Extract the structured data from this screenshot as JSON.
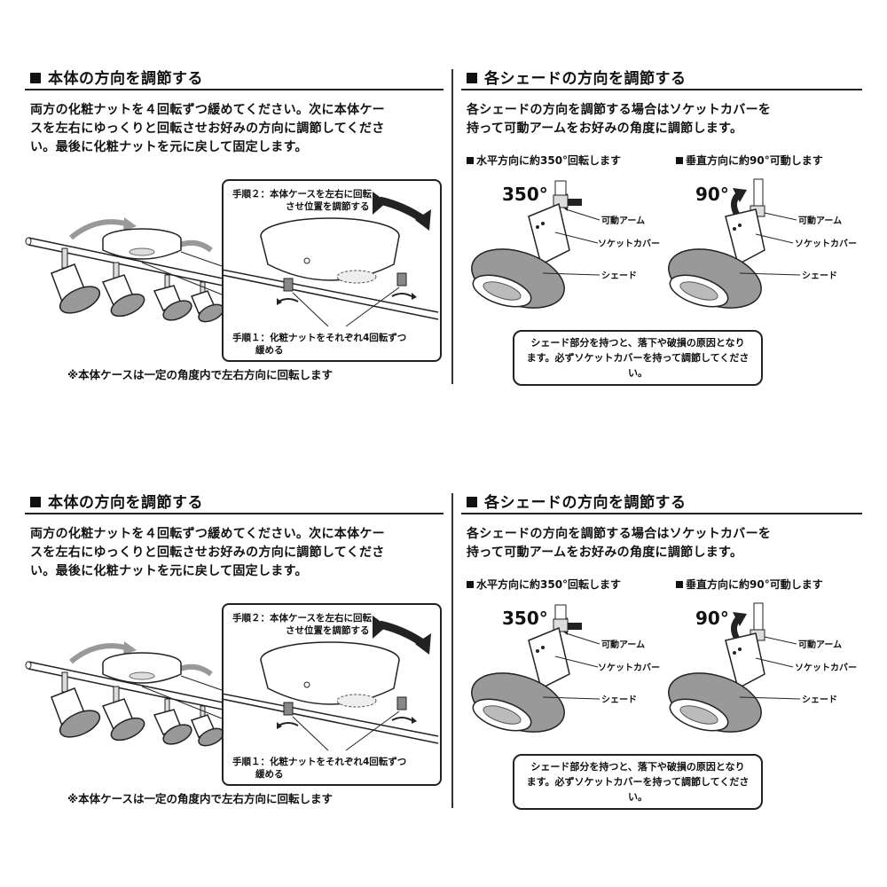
{
  "panels": [
    {
      "left": {
        "title": "本体の方向を調節する",
        "body": [
          "両方の化粧ナットを４回転ずつ緩めてください。次に本体ケー",
          "スを左右にゆっくりと回転させお好みの方向に調節してくださ",
          "い。最後に化粧ナットを元に戻して固定します。"
        ],
        "step2": [
          "手順２：本体ケースを左右に回転",
          "させ位置を調節する"
        ],
        "step1": [
          "手順１：化粧ナットをそれぞれ4回転ずつ",
          "緩める"
        ],
        "note": "※本体ケースは一定の角度内で左右方向に回転します"
      },
      "right": {
        "title": "各シェードの方向を調節する",
        "body": [
          "各シェードの方向を調節する場合はソケットカバーを",
          "持って可動アームをお好みの角度に調節します。"
        ],
        "horizontal": "水平方向に約350°回転します",
        "vertical": "垂直方向に約90°可動します",
        "angle_h": "350°",
        "angle_v": "90°",
        "label_arm": "可動アーム",
        "label_socket": "ソケットカバー",
        "label_shade": "シェード",
        "caution": [
          "シェード部分を持つと、落下や破損の原因となり",
          "ます。必ずソケットカバーを持って調節してください。"
        ]
      }
    },
    {
      "left": {
        "title": "本体の方向を調節する",
        "body": [
          "両方の化粧ナットを４回転ずつ緩めてください。次に本体ケー",
          "スを左右にゆっくりと回転させお好みの方向に調節してくださ",
          "い。最後に化粧ナットを元に戻して固定します。"
        ],
        "step2": [
          "手順２：本体ケースを左右に回転",
          "させ位置を調節する"
        ],
        "step1": [
          "手順１：化粧ナットをそれぞれ4回転ずつ",
          "緩める"
        ],
        "note": "※本体ケースは一定の角度内で左右方向に回転します"
      },
      "right": {
        "title": "各シェードの方向を調節する",
        "body": [
          "各シェードの方向を調節する場合はソケットカバーを",
          "持って可動アームをお好みの角度に調節します。"
        ],
        "horizontal": "水平方向に約350°回転します",
        "vertical": "垂直方向に約90°可動します",
        "angle_h": "350°",
        "angle_v": "90°",
        "label_arm": "可動アーム",
        "label_socket": "ソケットカバー",
        "label_shade": "シェード",
        "caution": [
          "シェード部分を持つと、落下や破損の原因となり",
          "ます。必ずソケットカバーを持って調節してください。"
        ]
      }
    }
  ]
}
